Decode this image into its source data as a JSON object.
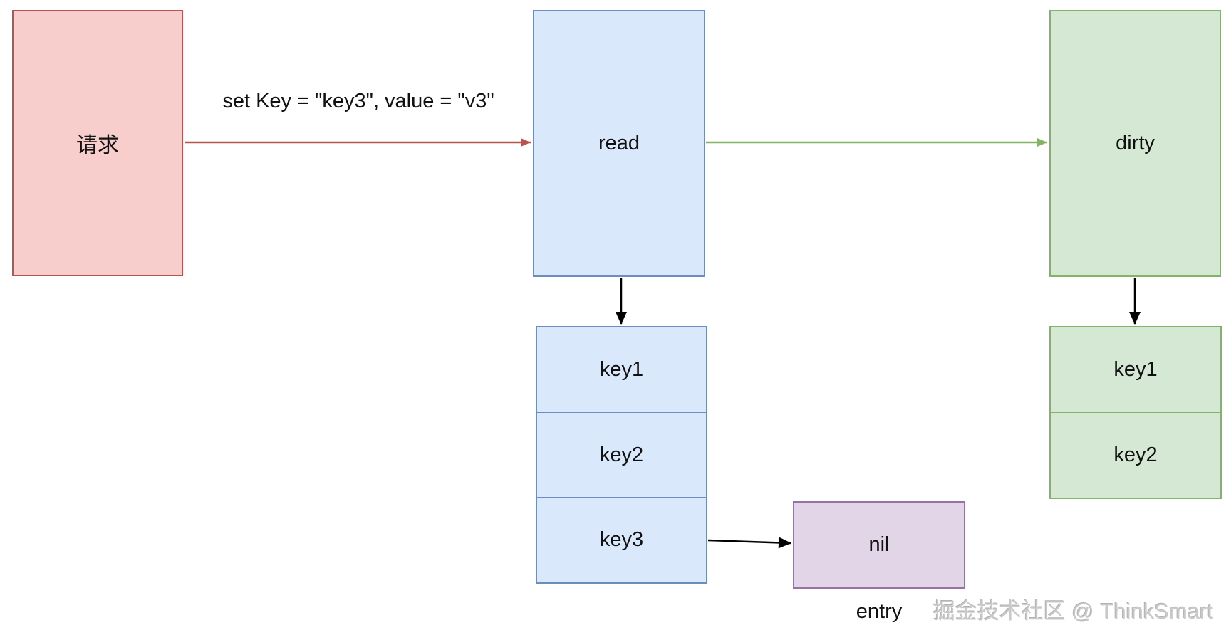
{
  "diagram": {
    "request_box": {
      "label": "请求",
      "fill": "#f8cecc",
      "stroke": "#b85450"
    },
    "set_arrow": {
      "label": "set Key = \"key3\", value = \"v3\"",
      "color": "#b85450"
    },
    "read_box": {
      "label": "read",
      "fill": "#dae8fc",
      "stroke": "#6c8ebf"
    },
    "dirty_box": {
      "label": "dirty",
      "fill": "#d5e8d4",
      "stroke": "#82b366"
    },
    "read_to_dirty_arrow": {
      "color": "#82b366"
    },
    "read_keys": [
      "key1",
      "key2",
      "key3"
    ],
    "dirty_keys": [
      "key1",
      "key2"
    ],
    "nil_box": {
      "label": "nil",
      "fill": "#e1d5e7",
      "stroke": "#9673a6"
    },
    "entry_label": "entry",
    "black_arrow_color": "#000000",
    "watermark": "掘金技术社区 @ ThinkSmart",
    "background": "#ffffff"
  }
}
